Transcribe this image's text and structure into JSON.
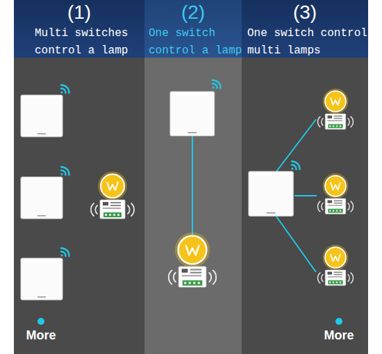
{
  "diagram": {
    "nodes": [
      {
        "text": [
          "(1)",
          "Multi switches control a lamp"
        ]
      },
      {
        "text": [
          "(2)",
          "One switch control a lamp"
        ]
      },
      {
        "text": [
          "(3)",
          "One switch control multi lamps"
        ]
      }
    ],
    "labels": [
      "More",
      "More"
    ]
  }
}
